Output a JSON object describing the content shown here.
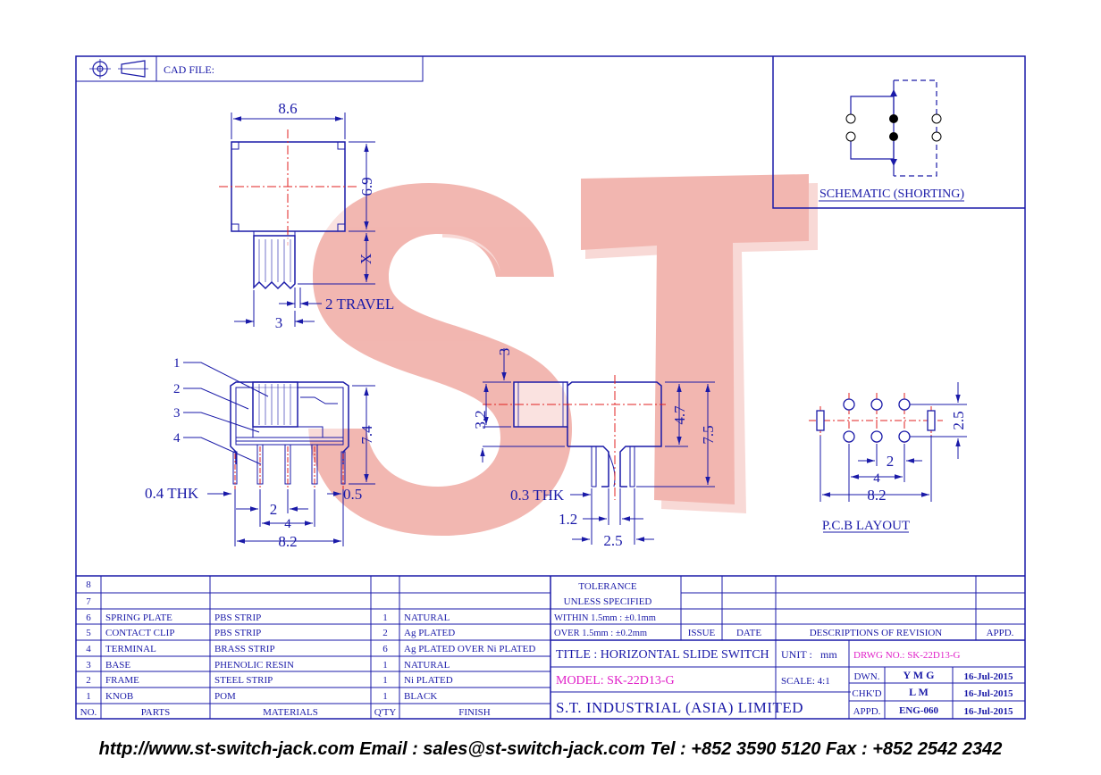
{
  "header": {
    "cad_file_label": "CAD FILE:"
  },
  "watermark": {
    "text": "ST",
    "color": "#f0a8a0"
  },
  "colors": {
    "line": "#1a1aa8",
    "centerline": "#e02020",
    "model": "#e020c8"
  },
  "schematic": {
    "label": "SCHEMATIC (SHORTING)"
  },
  "top_view": {
    "width_dim": "8.6",
    "height_dim": "6.9",
    "x_dim": "X",
    "travel_dim": "2 TRAVEL",
    "knob_dim": "3"
  },
  "side_view": {
    "callouts": [
      "1",
      "2",
      "3",
      "4"
    ],
    "thk": "0.4 THK",
    "height_dim": "7.4",
    "pin_dim": "0.5",
    "pitch_2": "2",
    "pitch_4": "4",
    "width_dim": "8.2"
  },
  "front_view": {
    "knob_top_dim": "3",
    "knob_h_dim": "3.2",
    "body_h_dim": "4.7",
    "total_h_dim": "7.5",
    "thk": "0.3 THK",
    "pin_w_dim": "1.2",
    "pin_pitch_dim": "2.5"
  },
  "pcb": {
    "label": "P.C.B LAYOUT",
    "v_dim": "2.5",
    "d2": "2",
    "d4": "4",
    "d82": "8.2"
  },
  "bom": {
    "rows": [
      {
        "no": "8",
        "part": "",
        "material": "",
        "qty": "",
        "finish": ""
      },
      {
        "no": "7",
        "part": "",
        "material": "",
        "qty": "",
        "finish": ""
      },
      {
        "no": "6",
        "part": "SPRING PLATE",
        "material": "PBS STRIP",
        "qty": "1",
        "finish": "NATURAL"
      },
      {
        "no": "5",
        "part": "CONTACT CLIP",
        "material": "PBS STRIP",
        "qty": "2",
        "finish": "Ag PLATED"
      },
      {
        "no": "4",
        "part": "TERMINAL",
        "material": "BRASS STRIP",
        "qty": "6",
        "finish": "Ag PLATED OVER Ni PLATED"
      },
      {
        "no": "3",
        "part": "BASE",
        "material": "PHENOLIC RESIN",
        "qty": "1",
        "finish": "NATURAL"
      },
      {
        "no": "2",
        "part": "FRAME",
        "material": "STEEL STRIP",
        "qty": "1",
        "finish": "Ni PLATED"
      },
      {
        "no": "1",
        "part": "KNOB",
        "material": "POM",
        "qty": "1",
        "finish": "BLACK"
      }
    ],
    "headers": {
      "no": "NO.",
      "part": "PARTS",
      "material": "MATERIALS",
      "qty": "Q'TY",
      "finish": "FINISH"
    }
  },
  "tolerance": {
    "line1": "TOLERANCE",
    "line2": "UNLESS  SPECIFIED",
    "within": "WITHIN  1.5mm : ±0.1mm",
    "over": "OVER    1.5mm : ±0.2mm"
  },
  "revision": {
    "issue": "ISSUE",
    "date": "DATE",
    "descriptions": "DESCRIPTIONS  OF  REVISION",
    "appd": "APPD."
  },
  "title_block": {
    "title": "TITLE : HORIZONTAL  SLIDE  SWITCH",
    "unit_label": "UNIT :",
    "unit_value": "mm",
    "drwg_no": "DRWG NO.: SK-22D13-G",
    "model": "MODEL: SK-22D13-G",
    "scale": "SCALE:  4:1",
    "company": "S.T.  INDUSTRIAL  (ASIA)  LIMITED",
    "dwn_label": "DWN.",
    "dwn_name": "Y M G",
    "dwn_date": "16-Jul-2015",
    "chkd_label": "CHK'D",
    "chkd_name": "L M",
    "chkd_date": "16-Jul-2015",
    "appd_label": "APPD.",
    "appd_name": "ENG-060",
    "appd_date": "16-Jul-2015"
  },
  "footer": "http://www.st-switch-jack.com  Email : sales@st-switch-jack.com  Tel : +852 3590 5120  Fax : +852 2542 2342"
}
